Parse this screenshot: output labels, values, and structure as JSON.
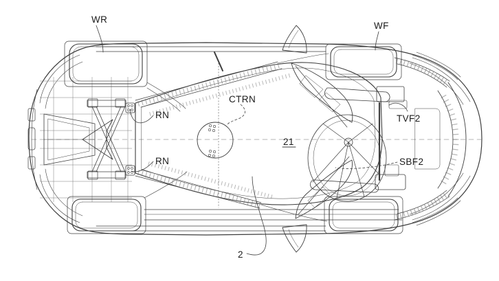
{
  "figure": {
    "kind": "patent-top-view-vehicle-drawing",
    "background": "#ffffff",
    "line_color": "#3d3d3d",
    "label_color": "#1b1b1b",
    "labels": {
      "wr": "WR",
      "wf": "WF",
      "rn_upper": "RN",
      "rn_lower": "RN",
      "ctrn": "CTRN",
      "tvf2": "TVF2",
      "sbf2": "SBF2",
      "ref_21": "21",
      "ref_2": "2"
    }
  }
}
